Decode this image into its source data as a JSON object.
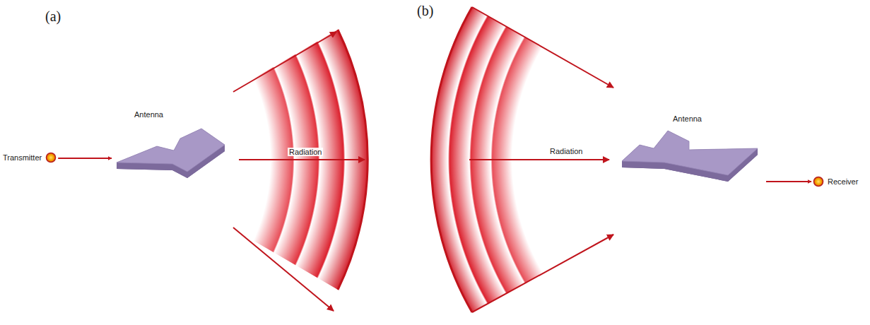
{
  "diagram": {
    "nodes": [
      {
        "text": [
          "Transmitter"
        ]
      },
      {
        "text": [
          "Antenna"
        ]
      },
      {
        "text": [
          "Antenna"
        ]
      },
      {
        "text": [
          "Receiver"
        ]
      }
    ],
    "edges": [
      {
        "from": 0,
        "to": 1,
        "arrow": "to"
      },
      {
        "from": 2,
        "to": 3,
        "arrow": "to"
      }
    ],
    "labels": [
      "(a)",
      "(b)",
      "Radiation",
      "Radiation"
    ]
  }
}
